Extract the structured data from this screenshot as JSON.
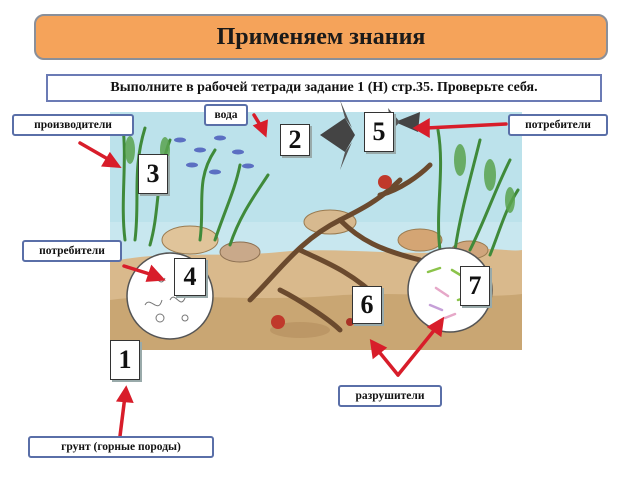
{
  "title": "Применяем знания",
  "task": "Выполните в рабочей тетради задание 1 (Н) стр.35. Проверьте себя.",
  "labels": {
    "producers": "производители",
    "water": "вода",
    "consumers_top": "потребители",
    "consumers_left": "потребители",
    "decomposers": "разрушители",
    "soil": "грунт (горные породы)"
  },
  "numbers": {
    "n1": "1",
    "n2": "2",
    "n3": "3",
    "n4": "4",
    "n5": "5",
    "n6": "6",
    "n7": "7"
  },
  "colors": {
    "title_bg": "#f5a35a",
    "arrow": "#d81d2a",
    "water": "#bfe3ec",
    "border": "#5a6fa8"
  },
  "icons": [
    "aquarium-illustration",
    "fish-icon",
    "snail-icon",
    "plant-icon",
    "microbe-circle"
  ]
}
